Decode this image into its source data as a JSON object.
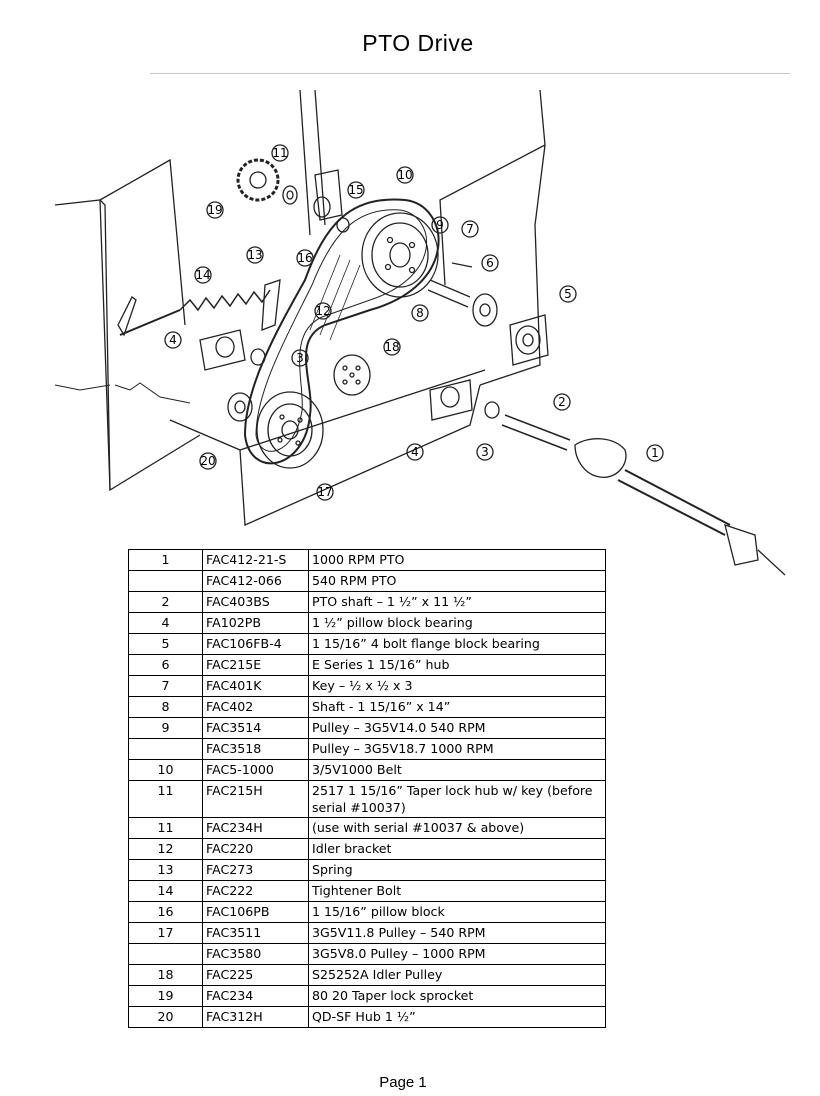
{
  "header": {
    "title": "PTO  Drive"
  },
  "diagram": {
    "callouts": [
      "1",
      "2",
      "3",
      "3",
      "4",
      "4",
      "5",
      "6",
      "7",
      "8",
      "9",
      "10",
      "11",
      "12",
      "13",
      "14",
      "15",
      "16",
      "17",
      "18",
      "19",
      "20"
    ]
  },
  "table": {
    "rows": [
      {
        "item": "1",
        "part": "FAC412-21-S",
        "desc": "1000 RPM PTO"
      },
      {
        "item": "",
        "part": "FAC412-066",
        "desc": "540 RPM PTO"
      },
      {
        "item": "2",
        "part": "FAC403BS",
        "desc": "PTO shaft – 1 ½” x 11 ½”"
      },
      {
        "item": "4",
        "part": "FA102PB",
        "desc": "1 ½” pillow block bearing"
      },
      {
        "item": "5",
        "part": "FAC106FB-4",
        "desc": "1 15/16” 4 bolt flange block bearing"
      },
      {
        "item": "6",
        "part": "FAC215E",
        "desc": "E Series 1 15/16” hub"
      },
      {
        "item": "7",
        "part": "FAC401K",
        "desc": "Key – ½ x ½ x 3"
      },
      {
        "item": "8",
        "part": "FAC402",
        "desc": "Shaft  - 1 15/16” x 14”"
      },
      {
        "item": "9",
        "part": "FAC3514",
        "desc": "Pulley – 3G5V14.0  540 RPM"
      },
      {
        "item": "",
        "part": "FAC3518",
        "desc": "Pulley – 3G5V18.7 1000 RPM"
      },
      {
        "item": "10",
        "part": "FAC5-1000",
        "desc": "3/5V1000 Belt"
      },
      {
        "item": "11",
        "part": "FAC215H",
        "desc": "2517  1 15/16” Taper lock hub w/ key (before serial #10037)"
      },
      {
        "item": "11",
        "part": "FAC234H",
        "desc": " (use with serial #10037 & above)"
      },
      {
        "item": "12",
        "part": "FAC220",
        "desc": "Idler bracket"
      },
      {
        "item": "13",
        "part": "FAC273",
        "desc": "Spring"
      },
      {
        "item": "14",
        "part": "FAC222",
        "desc": "Tightener Bolt"
      },
      {
        "item": "16",
        "part": "FAC106PB",
        "desc": "1 15/16” pillow block"
      },
      {
        "item": "17",
        "part": "FAC3511",
        "desc": "3G5V11.8 Pulley – 540 RPM"
      },
      {
        "item": "",
        "part": "FAC3580",
        "desc": "3G5V8.0 Pulley – 1000 RPM"
      },
      {
        "item": "18",
        "part": "FAC225",
        "desc": "S25252A Idler Pulley"
      },
      {
        "item": "19",
        "part": "FAC234",
        "desc": "80 20 Taper lock sprocket"
      },
      {
        "item": "20",
        "part": "FAC312H",
        "desc": "QD-SF Hub 1 ½”"
      }
    ]
  },
  "footer": {
    "page_label": "Page 1"
  }
}
